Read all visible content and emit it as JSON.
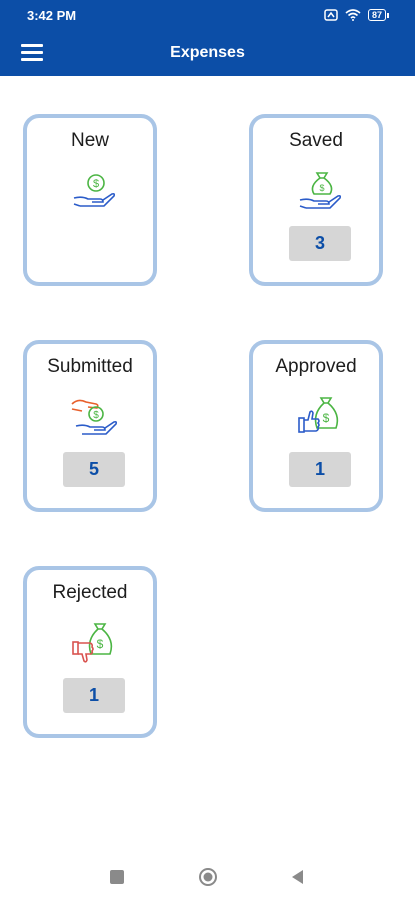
{
  "status_bar": {
    "time": "3:42 PM",
    "battery": "87"
  },
  "header": {
    "title": "Expenses"
  },
  "cards": [
    {
      "title": "New",
      "icon": "hand-coin-icon",
      "count": null
    },
    {
      "title": "Saved",
      "icon": "hand-moneybag-icon",
      "count": "3"
    },
    {
      "title": "Submitted",
      "icon": "hand-exchange-icon",
      "count": "5"
    },
    {
      "title": "Approved",
      "icon": "thumbs-up-moneybag-icon",
      "count": "1"
    },
    {
      "title": "Rejected",
      "icon": "thumbs-down-moneybag-icon",
      "count": "1"
    }
  ],
  "colors": {
    "primary": "#0c4ea7",
    "card_border": "#a9c5e6",
    "count_bg": "#d6d6d6",
    "green": "#4bb543",
    "blue": "#2b5cc9",
    "orange": "#e8602c",
    "red": "#d9534f"
  }
}
